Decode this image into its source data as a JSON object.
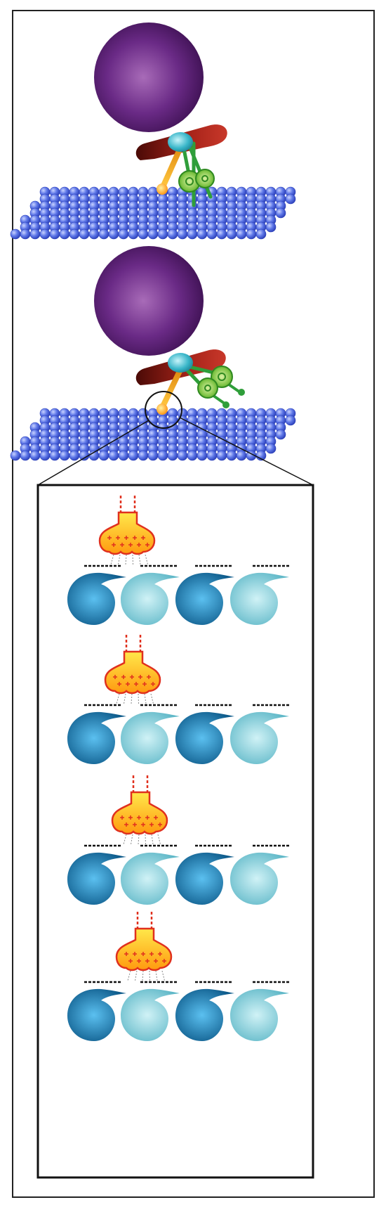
{
  "figure": {
    "panels": [
      {
        "id": "upper",
        "label": ""
      },
      {
        "id": "lower",
        "label": ""
      }
    ],
    "inset": {
      "rows": 4
    },
    "colors": {
      "cargo": "#5a1d6e",
      "cargo_light": "#a86bb8",
      "motor_body": "#9b1c14",
      "motor_dark": "#5e0c08",
      "hub": "#39b6c9",
      "leg": "#2f9e3a",
      "head": "#7bc242",
      "tether": "#f5a623",
      "tip": "#ff8a00",
      "lattice": "#3b55d6",
      "lattice_light": "#9fb0ff",
      "tubulin_dark": "#1570a8",
      "tubulin_light": "#7cc9d6",
      "charge_red": "#e0301e",
      "charge_yellow": "#ffd21a"
    },
    "icons": [
      "cargo-sphere-icon",
      "motor-protein-icon",
      "microtubule-lattice-icon",
      "tubulin-subunit-icon",
      "charged-tail-icon"
    ]
  }
}
